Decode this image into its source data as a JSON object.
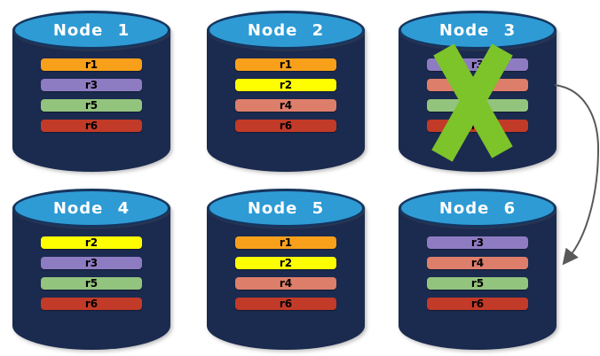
{
  "diagram": {
    "description": "Replicated database nodes; failed node crossed out with replicas moved to another node",
    "nodes": [
      {
        "label": "Node 1",
        "failed": false,
        "replicas": [
          "r1",
          "r3",
          "r5",
          "r6"
        ]
      },
      {
        "label": "Node 2",
        "failed": false,
        "replicas": [
          "r1",
          "r2",
          "r4",
          "r6"
        ]
      },
      {
        "label": "Node 3",
        "failed": true,
        "replicas": [
          "r3",
          "r4",
          "r5",
          "r6"
        ]
      },
      {
        "label": "Node 4",
        "failed": false,
        "replicas": [
          "r2",
          "r3",
          "r5",
          "r6"
        ]
      },
      {
        "label": "Node 5",
        "failed": false,
        "replicas": [
          "r1",
          "r2",
          "r4",
          "r6"
        ]
      },
      {
        "label": "Node 6",
        "failed": false,
        "replicas": [
          "r3",
          "r4",
          "r5",
          "r6"
        ]
      }
    ],
    "replica_colors": {
      "r1": "#F9A01B",
      "r2": "#FEFE00",
      "r3": "#8E7CC3",
      "r4": "#DD7E6B",
      "r5": "#93C47D",
      "r6": "#C23A28"
    },
    "colors": {
      "cylinder_body": "#1B2A4F",
      "cylinder_top": "#2E9BD5",
      "cylinder_outline": "#16355E",
      "node_label_text": "#FFFFFF",
      "replica_label_text": "#000000",
      "failure_x": "#7DC32A",
      "arrow": "#595959"
    },
    "failure_mark": {
      "node": "Node 3",
      "symbol": "X"
    },
    "arrow_annotation": {
      "from": "Node 3",
      "to": "Node 6",
      "style": "curved"
    }
  }
}
